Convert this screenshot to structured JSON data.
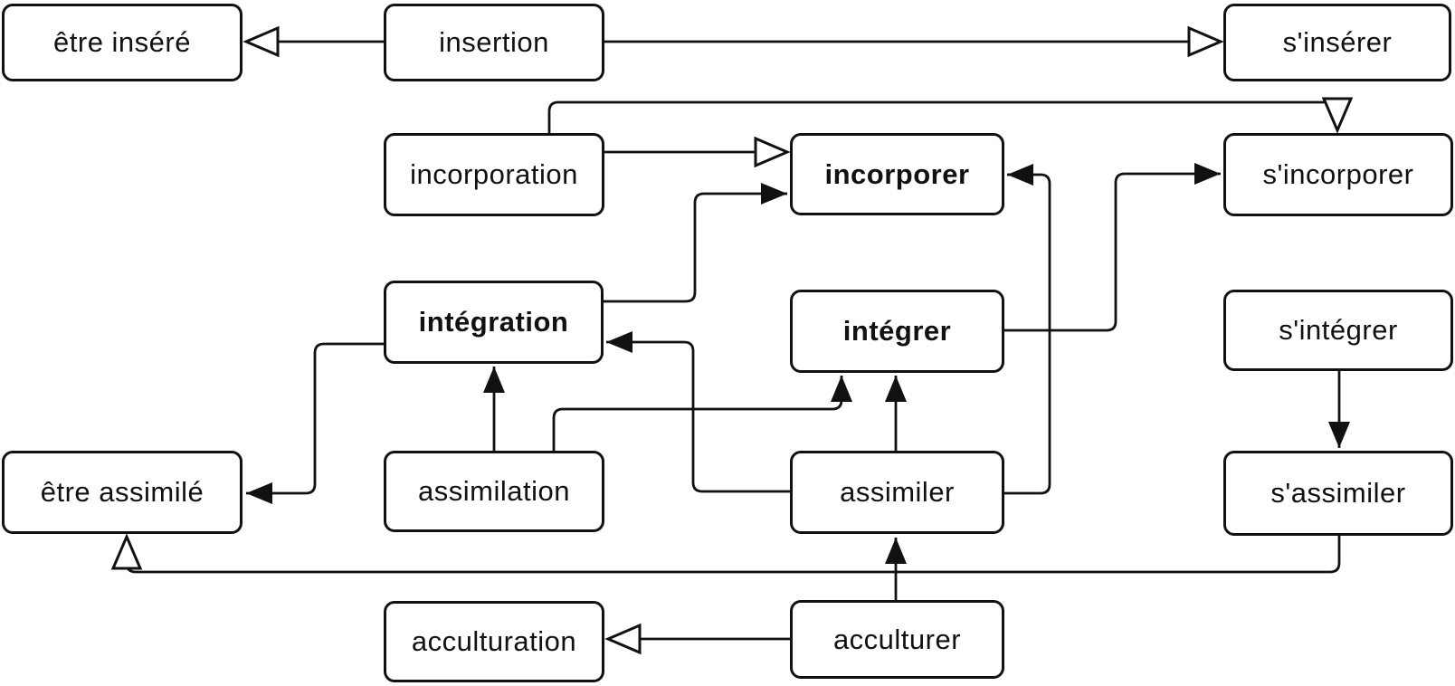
{
  "colors": {
    "background": "#ffffff",
    "line": "#111111",
    "box_fill": "#ffffff",
    "box_border": "#111111"
  },
  "nodes": {
    "etre_insere": {
      "label": "être inséré",
      "emphasis": false
    },
    "insertion": {
      "label": "insertion",
      "emphasis": false
    },
    "s_inserer": {
      "label": "s'insérer",
      "emphasis": false
    },
    "incorporation": {
      "label": "incorporation",
      "emphasis": false
    },
    "incorporer": {
      "label": "incorporer",
      "emphasis": true
    },
    "s_incorporer": {
      "label": "s'incorporer",
      "emphasis": false
    },
    "integration": {
      "label": "intégration",
      "emphasis": true
    },
    "integrer": {
      "label": "intégrer",
      "emphasis": true
    },
    "s_integrer": {
      "label": "s'intégrer",
      "emphasis": false
    },
    "etre_assimile": {
      "label": "être assimilé",
      "emphasis": false
    },
    "assimilation": {
      "label": "assimilation",
      "emphasis": false
    },
    "assimiler": {
      "label": "assimiler",
      "emphasis": false
    },
    "s_assimiler": {
      "label": "s'assimiler",
      "emphasis": false
    },
    "acculturation": {
      "label": "acculturation",
      "emphasis": false
    },
    "acculturer": {
      "label": "acculturer",
      "emphasis": false
    }
  },
  "edges": [
    {
      "from": "insertion",
      "to": "etre_insere",
      "arrowhead": "hollow"
    },
    {
      "from": "insertion",
      "to": "s_inserer",
      "arrowhead": "hollow"
    },
    {
      "from": "incorporation",
      "to": "incorporer",
      "arrowhead": "hollow"
    },
    {
      "from": "incorporation",
      "to": "s_incorporer",
      "arrowhead": "hollow"
    },
    {
      "from": "integration",
      "to": "incorporer",
      "arrowhead": "filled"
    },
    {
      "from": "integration",
      "to": "etre_assimile",
      "arrowhead": "filled"
    },
    {
      "from": "assimiler",
      "to": "integration",
      "arrowhead": "filled"
    },
    {
      "from": "assimiler",
      "to": "incorporer",
      "arrowhead": "filled"
    },
    {
      "from": "assimiler",
      "to": "integrer",
      "arrowhead": "filled"
    },
    {
      "from": "assimilation",
      "to": "integration",
      "arrowhead": "filled"
    },
    {
      "from": "assimilation",
      "to": "integrer",
      "arrowhead": "filled"
    },
    {
      "from": "integrer",
      "to": "s_incorporer",
      "arrowhead": "filled"
    },
    {
      "from": "s_integrer",
      "to": "s_assimiler",
      "arrowhead": "filled"
    },
    {
      "from": "s_assimiler",
      "to": "etre_assimile",
      "arrowhead": "hollow"
    },
    {
      "from": "acculturer",
      "to": "acculturation",
      "arrowhead": "hollow"
    },
    {
      "from": "acculturer",
      "to": "assimiler",
      "arrowhead": "filled"
    }
  ]
}
